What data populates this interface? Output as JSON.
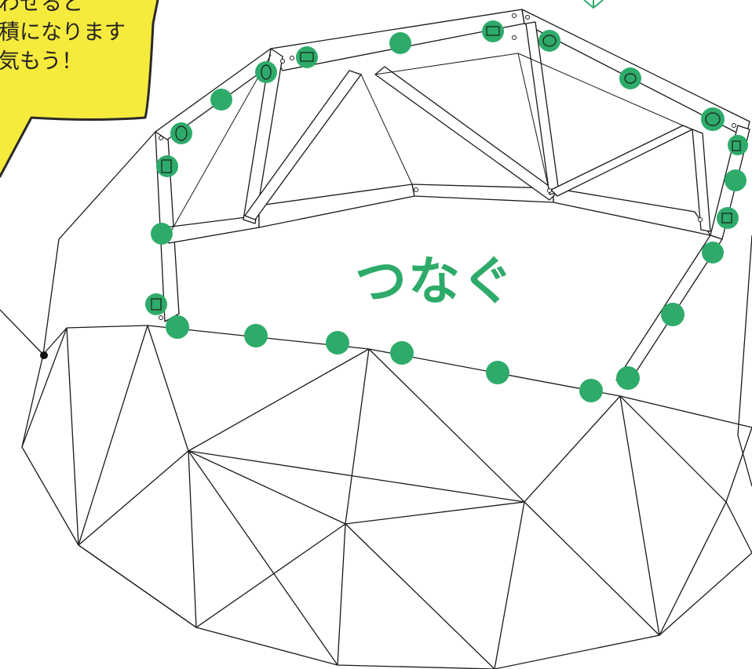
{
  "callout": {
    "lines": [
      "わせると",
      "積になります",
      "気もう！"
    ],
    "bg_color": "#f6ea3c",
    "border_color": "#2a2a2a"
  },
  "main_label": "つなぐ",
  "colors": {
    "accent_green": "#2eab6a",
    "line": "#1a1a1a",
    "panel_fill": "#ffffff"
  },
  "icons": [
    "down-arrow-icon",
    "connector-dot-icon",
    "bolt-hole-icon"
  ]
}
